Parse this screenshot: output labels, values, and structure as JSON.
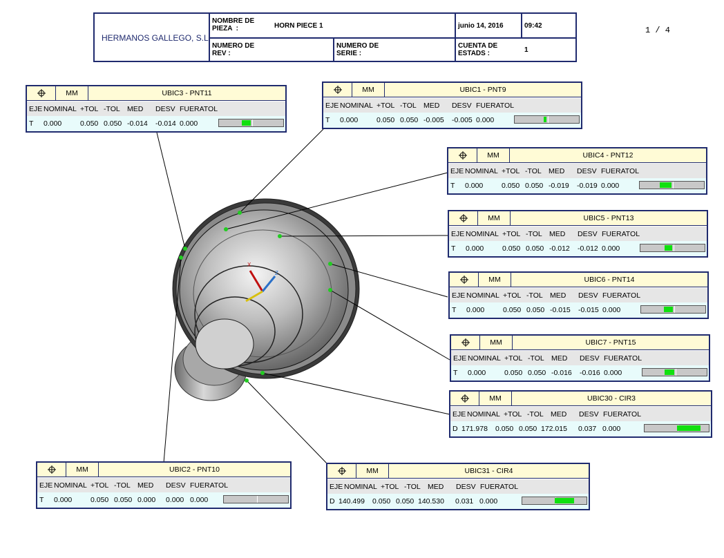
{
  "header": {
    "company": "HERMANOS GALLEGO, S.L.",
    "nombre_pieza_label": "NOMBRE DE\nPIEZA  :",
    "nombre_pieza": "HORN PIECE 1",
    "date": "junio 14, 2016",
    "time": "09:42",
    "numero_rev_label": "NUMERO DE\nREV :",
    "numero_serie_label": "NUMERO DE\nSERIE :",
    "cuenta_estados_label": "CUENTA DE\nESTADS :",
    "cuenta_estados": "1"
  },
  "page": "1  /  4",
  "columns": [
    "EJE",
    "NOMINAL",
    "+TOL",
    "-TOL",
    "MED",
    "DESV",
    "FUERATOL"
  ],
  "unit_label": "MM",
  "boxes": [
    {
      "id": "ubic3",
      "title": "UBIC3 - PNT11",
      "eje": "T",
      "nominal": "0.000",
      "ptol": "0.050",
      "mtol": "0.050",
      "med": "-0.014",
      "desv": "-0.014",
      "fueratol": "0.000",
      "deviation_fraction": -0.28
    },
    {
      "id": "ubic1",
      "title": "UBIC1 - PNT9",
      "eje": "T",
      "nominal": "0.000",
      "ptol": "0.050",
      "mtol": "0.050",
      "med": "-0.005",
      "desv": "-0.005",
      "fueratol": "0.000",
      "deviation_fraction": -0.1
    },
    {
      "id": "ubic4",
      "title": "UBIC4 - PNT12",
      "eje": "T",
      "nominal": "0.000",
      "ptol": "0.050",
      "mtol": "0.050",
      "med": "-0.019",
      "desv": "-0.019",
      "fueratol": "0.000",
      "deviation_fraction": -0.38
    },
    {
      "id": "ubic5",
      "title": "UBIC5 - PNT13",
      "eje": "T",
      "nominal": "0.000",
      "ptol": "0.050",
      "mtol": "0.050",
      "med": "-0.012",
      "desv": "-0.012",
      "fueratol": "0.000",
      "deviation_fraction": -0.24
    },
    {
      "id": "ubic6",
      "title": "UBIC6 - PNT14",
      "eje": "T",
      "nominal": "0.000",
      "ptol": "0.050",
      "mtol": "0.050",
      "med": "-0.015",
      "desv": "-0.015",
      "fueratol": "0.000",
      "deviation_fraction": -0.3
    },
    {
      "id": "ubic7",
      "title": "UBIC7 - PNT15",
      "eje": "T",
      "nominal": "0.000",
      "ptol": "0.050",
      "mtol": "0.050",
      "med": "-0.016",
      "desv": "-0.016",
      "fueratol": "0.000",
      "deviation_fraction": -0.32
    },
    {
      "id": "ubic30",
      "title": "UBIC30 - CIR3",
      "eje": "D",
      "nominal": "171.978",
      "ptol": "0.050",
      "mtol": "0.050",
      "med": "172.015",
      "desv": "0.037",
      "fueratol": "0.000",
      "deviation_fraction": 0.74
    },
    {
      "id": "ubic2",
      "title": "UBIC2 - PNT10",
      "eje": "T",
      "nominal": "0.000",
      "ptol": "0.050",
      "mtol": "0.050",
      "med": "0.000",
      "desv": "0.000",
      "fueratol": "0.000",
      "deviation_fraction": 0.0
    },
    {
      "id": "ubic31",
      "title": "UBIC31 - CIR4",
      "eje": "D",
      "nominal": "140.499",
      "ptol": "0.050",
      "mtol": "0.050",
      "med": "140.530",
      "desv": "0.031",
      "fueratol": "0.000",
      "deviation_fraction": 0.62
    }
  ],
  "colors": {
    "frame": "#1f2a6e",
    "title_bg": "#fffbd6",
    "value_bg": "#e8fbfb",
    "bar_fill": "#10e010",
    "point": "#22cc22"
  }
}
